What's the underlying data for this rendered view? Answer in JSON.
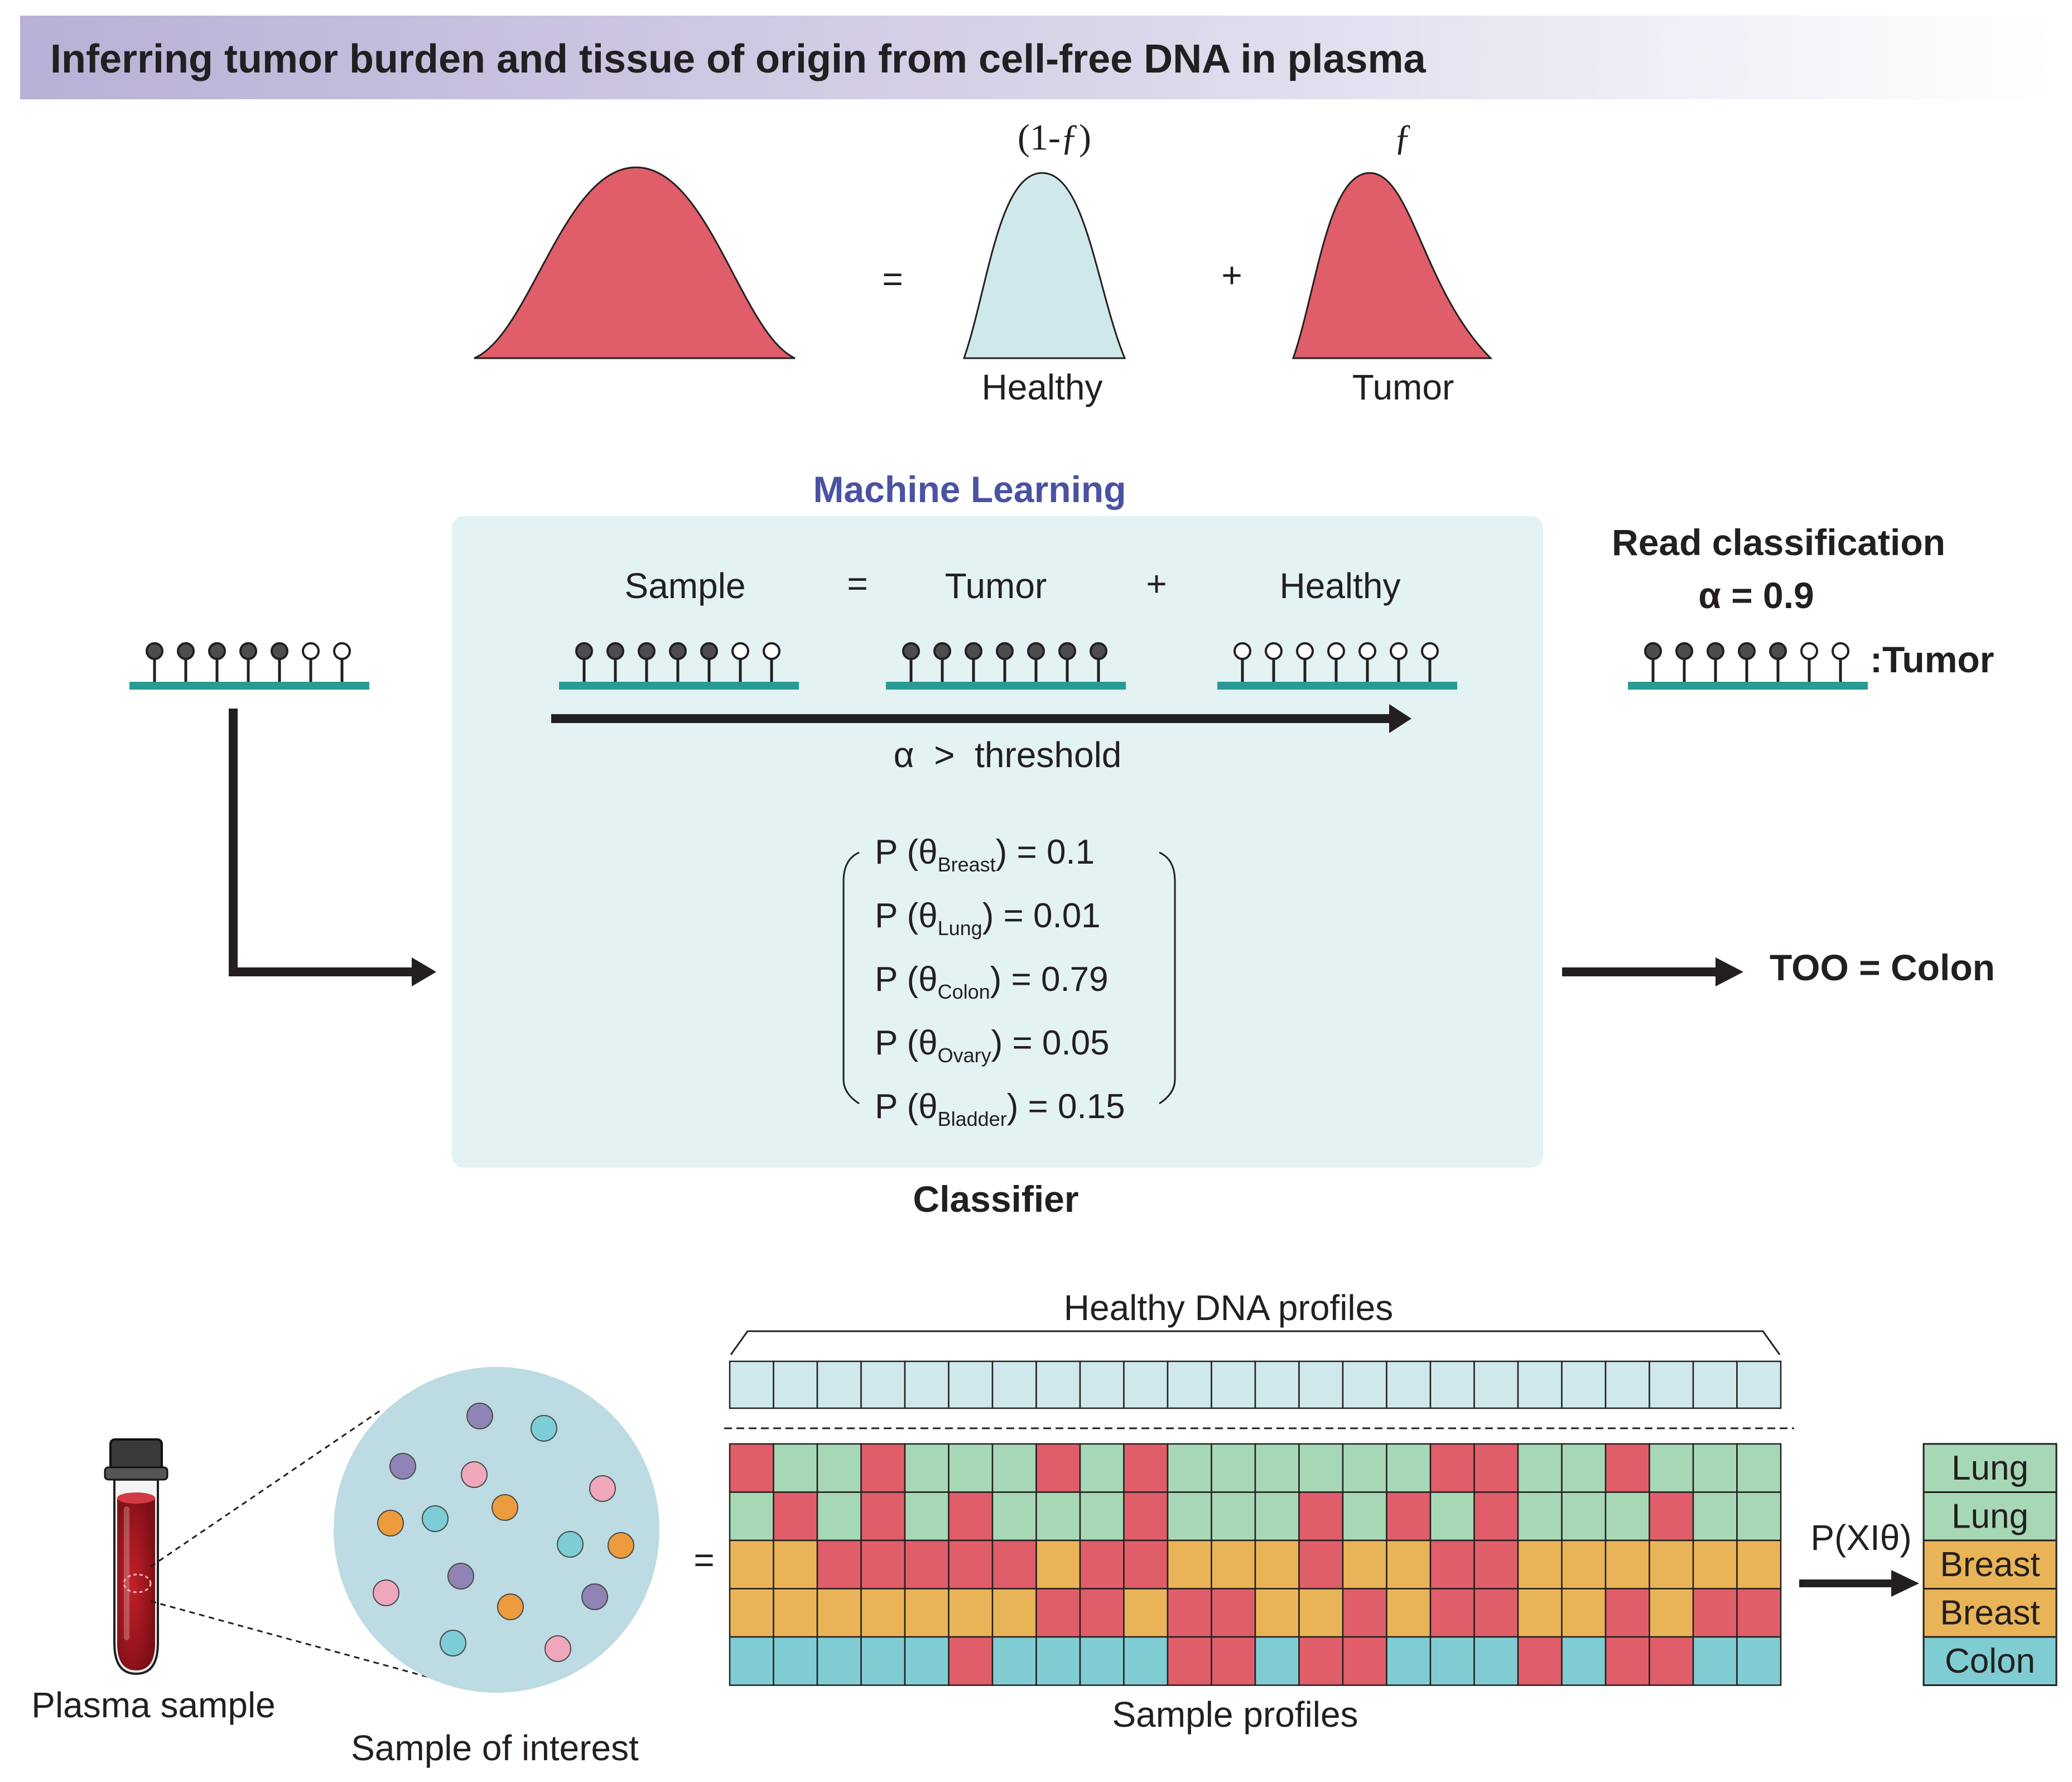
{
  "title": "Inferring tumor burden and tissue of origin from cell-free DNA in plasma",
  "mixture": {
    "healthy_weight": "(1-ƒ)",
    "tumor_weight": "ƒ",
    "equals": "=",
    "plus": "+",
    "healthy_label": "Healthy",
    "tumor_label": "Tumor"
  },
  "machine_learning": {
    "heading": "Machine Learning",
    "sample_label": "Sample",
    "equals": "=",
    "tumor_label": "Tumor",
    "plus": "+",
    "healthy_label": "Healthy",
    "threshold": "α  >  threshold",
    "classifier_label": "Classifier",
    "probabilities": [
      {
        "prefix": "P (θ",
        "sub": "Breast",
        "suffix": ") = 0.1"
      },
      {
        "prefix": "P (θ",
        "sub": "Lung",
        "suffix": ") = 0.01"
      },
      {
        "prefix": "P (θ",
        "sub": "Colon",
        "suffix": ") = 0.79"
      },
      {
        "prefix": "P (θ",
        "sub": "Ovary",
        "suffix": ") = 0.05"
      },
      {
        "prefix": "P (θ",
        "sub": "Bladder",
        "suffix": ") = 0.15"
      }
    ]
  },
  "read_classification": {
    "heading": "Read classification",
    "alpha": "α = 0.9",
    "result": ":Tumor"
  },
  "too_result": "TOO = Colon",
  "reads": {
    "input": [
      1,
      1,
      1,
      1,
      1,
      0,
      0
    ],
    "sample": [
      1,
      1,
      1,
      1,
      1,
      0,
      0
    ],
    "tumor": [
      1,
      1,
      1,
      1,
      1,
      1,
      1
    ],
    "healthy": [
      0,
      0,
      0,
      0,
      0,
      0,
      0
    ],
    "classified": [
      1,
      1,
      1,
      1,
      1,
      0,
      0
    ]
  },
  "plasma": {
    "tube_label": "Plasma sample",
    "sample_label": "Sample of interest",
    "equals": "="
  },
  "profiles": {
    "healthy_heading": "Healthy DNA profiles",
    "sample_heading": "Sample profiles",
    "likelihood": "P(XIθ)",
    "row_labels": [
      "Lung",
      "Lung",
      "Breast",
      "Breast",
      "Colon"
    ],
    "healthy_columns": 24,
    "matrix": [
      "RGGRGGGRGRGGGGGGRRGGRGGG",
      "GRGRGRGGGRGGGRGRGRGGGRGG",
      "OORRRRRORROOOROORROOOOOO",
      "OOOOOOORRORROORORROORORR",
      "BBBBBRBBBBRRBRRBBBRBRRBB"
    ]
  },
  "colors": {
    "tumor": "#e05e69",
    "healthy": "#cfe8ec",
    "title_band": "#c3bcdb",
    "ml_panel": "#e3f2f2",
    "dna_line": "#2a9a94",
    "ml_heading": "#4a52a3",
    "grid_green": "#a7d8b5",
    "grid_red": "#e05e69",
    "grid_orange": "#e9b457",
    "grid_blue": "#7fcdd3"
  }
}
